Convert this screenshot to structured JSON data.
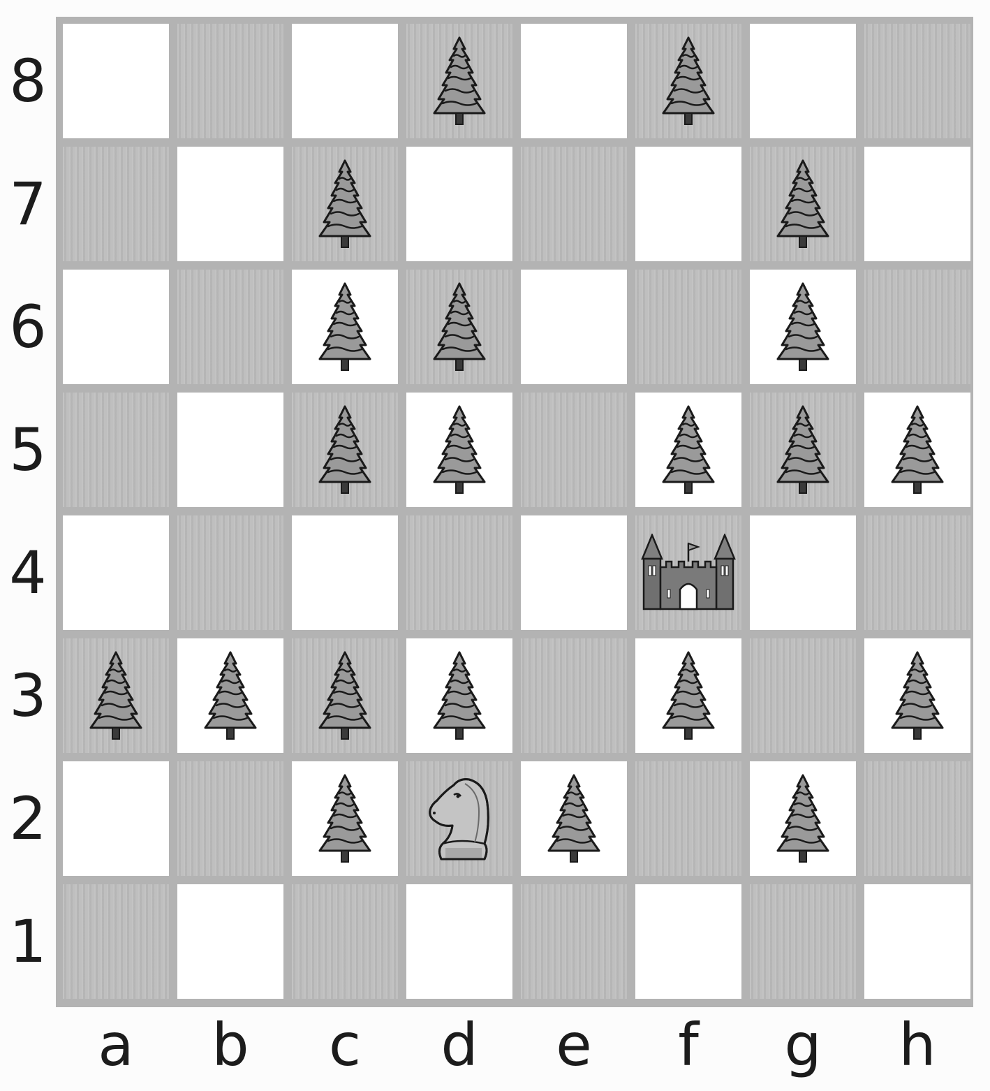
{
  "board": {
    "files": [
      "a",
      "b",
      "c",
      "d",
      "e",
      "f",
      "g",
      "h"
    ],
    "ranks": [
      "8",
      "7",
      "6",
      "5",
      "4",
      "3",
      "2",
      "1"
    ],
    "pieces": [
      {
        "square": "d8",
        "piece": "tree-icon"
      },
      {
        "square": "f8",
        "piece": "tree-icon"
      },
      {
        "square": "c7",
        "piece": "tree-icon"
      },
      {
        "square": "g7",
        "piece": "tree-icon"
      },
      {
        "square": "c6",
        "piece": "tree-icon"
      },
      {
        "square": "d6",
        "piece": "tree-icon"
      },
      {
        "square": "g6",
        "piece": "tree-icon"
      },
      {
        "square": "c5",
        "piece": "tree-icon"
      },
      {
        "square": "d5",
        "piece": "tree-icon"
      },
      {
        "square": "f5",
        "piece": "tree-icon"
      },
      {
        "square": "g5",
        "piece": "tree-icon"
      },
      {
        "square": "h5",
        "piece": "tree-icon"
      },
      {
        "square": "f4",
        "piece": "castle-icon"
      },
      {
        "square": "a3",
        "piece": "tree-icon"
      },
      {
        "square": "b3",
        "piece": "tree-icon"
      },
      {
        "square": "c3",
        "piece": "tree-icon"
      },
      {
        "square": "d3",
        "piece": "tree-icon"
      },
      {
        "square": "f3",
        "piece": "tree-icon"
      },
      {
        "square": "h3",
        "piece": "tree-icon"
      },
      {
        "square": "c2",
        "piece": "tree-icon"
      },
      {
        "square": "d2",
        "piece": "knight-icon"
      },
      {
        "square": "e2",
        "piece": "tree-icon"
      },
      {
        "square": "g2",
        "piece": "tree-icon"
      }
    ]
  },
  "colors": {
    "light_square": "#ffffff",
    "dark_square": "#bcbcbc",
    "grid_line": "#b3b3b3",
    "label": "#1c1c1c",
    "piece_fill": "#9a9a9a",
    "piece_outline": "#1a1a1a"
  }
}
